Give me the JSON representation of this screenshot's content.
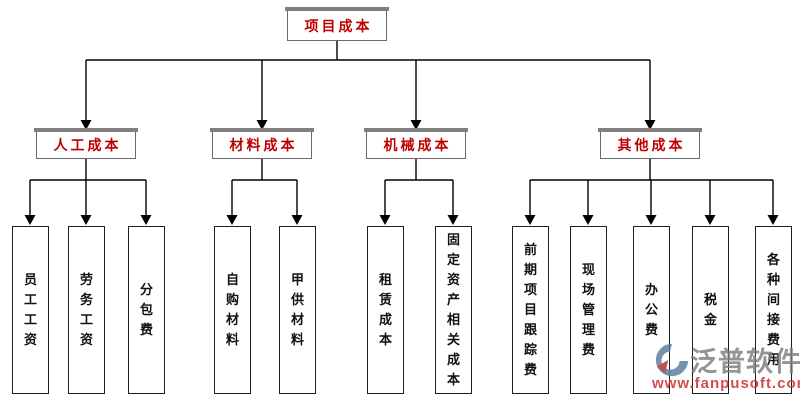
{
  "chart_data": {
    "type": "tree-diagram",
    "title": "项目成本",
    "root": {
      "label": "项目成本"
    },
    "branches": [
      {
        "label": "人工成本",
        "children": [
          "员工工资",
          "劳务工资",
          "分包费"
        ]
      },
      {
        "label": "材料成本",
        "children": [
          "自购材料",
          "甲供材料"
        ]
      },
      {
        "label": "机械成本",
        "children": [
          "租赁成本",
          "固定资产相关成本"
        ]
      },
      {
        "label": "其他成本",
        "children": [
          "前期项目跟踪费",
          "现场管理费",
          "办公费",
          "税金",
          "各种间接费用"
        ]
      }
    ],
    "layout_hints": {
      "orientation": "top-down",
      "leaf_text_direction": "vertical",
      "arrowheads": "solid-triangle-down"
    }
  },
  "root": {
    "label": "项目成本"
  },
  "branches": [
    {
      "label": "人工成本",
      "children": [
        "员工工资",
        "劳务工资",
        "分包费"
      ]
    },
    {
      "label": "材料成本",
      "children": [
        "自购材料",
        "甲供材料"
      ]
    },
    {
      "label": "机械成本",
      "children": [
        "租赁成本",
        "固定资产相关成本"
      ]
    },
    {
      "label": "其他成本",
      "children": [
        "前期项目跟踪费",
        "现场管理费",
        "办公费",
        "税金",
        "各种间接费用"
      ]
    }
  ],
  "watermark": {
    "brand": "泛普软件",
    "url": "www.fanpusoft.com",
    "logo_icon": "fanpu-swoosh-logo"
  },
  "colors": {
    "title_red": "#c00000",
    "leaf_text": "#111111",
    "line": "#000000",
    "box_shadow_gray": "#7f7f7f",
    "watermark_gray": "#7d7d7d",
    "watermark_red": "#cd2d2d"
  }
}
